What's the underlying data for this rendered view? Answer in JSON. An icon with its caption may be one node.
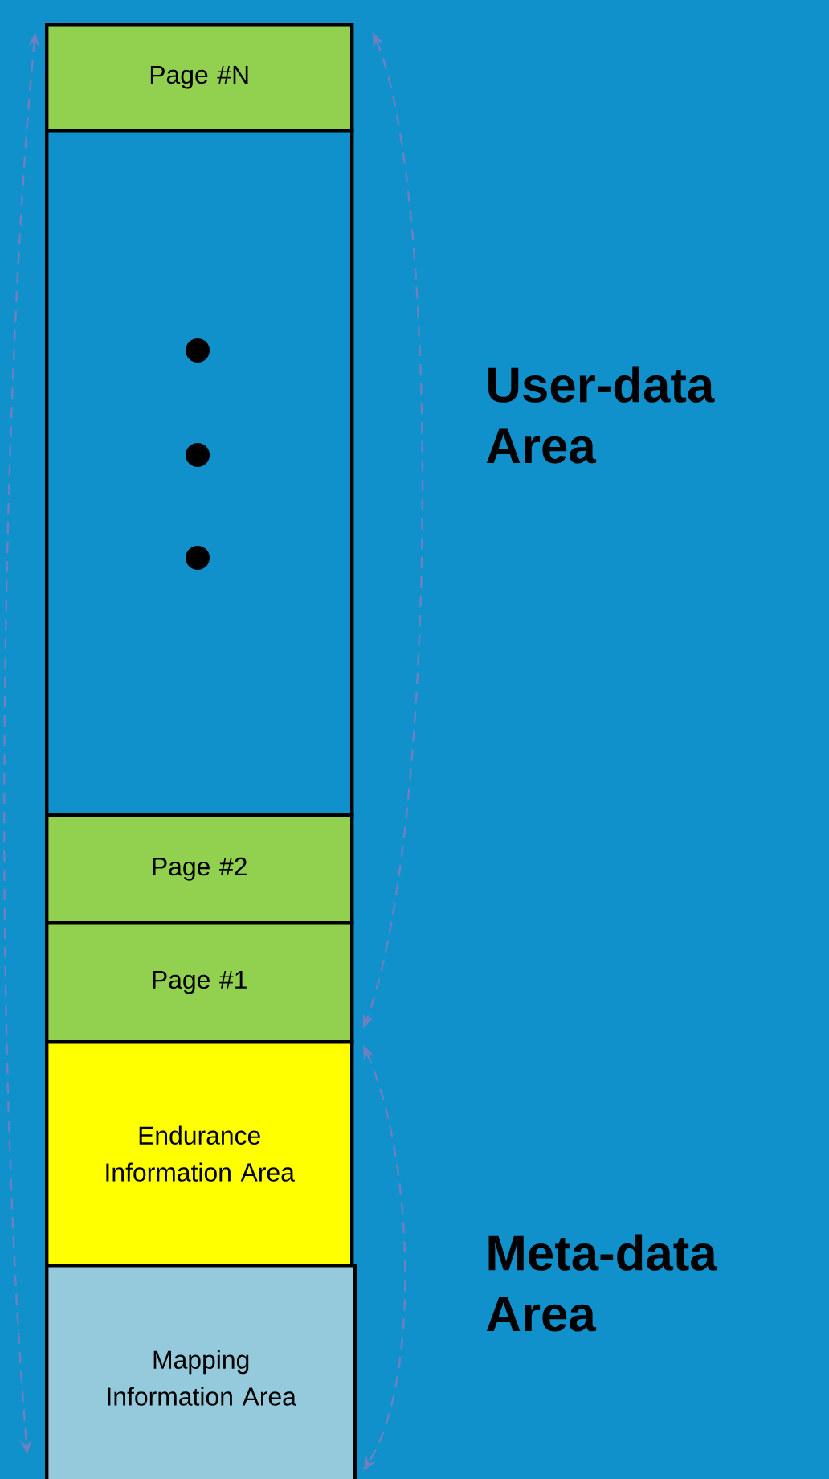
{
  "diagram": {
    "nodes": [
      {
        "text": [
          "Page #N"
        ]
      },
      {
        "text": [],
        "shape": "box"
      },
      {
        "text": [
          "Page #2"
        ]
      },
      {
        "text": [
          "Page #1"
        ]
      },
      {
        "text": [
          "Endurance Information Area"
        ]
      },
      {
        "text": [
          "Mapping Information Area"
        ]
      }
    ],
    "labels": [
      "User-data Area",
      "Meta-data Area"
    ]
  }
}
